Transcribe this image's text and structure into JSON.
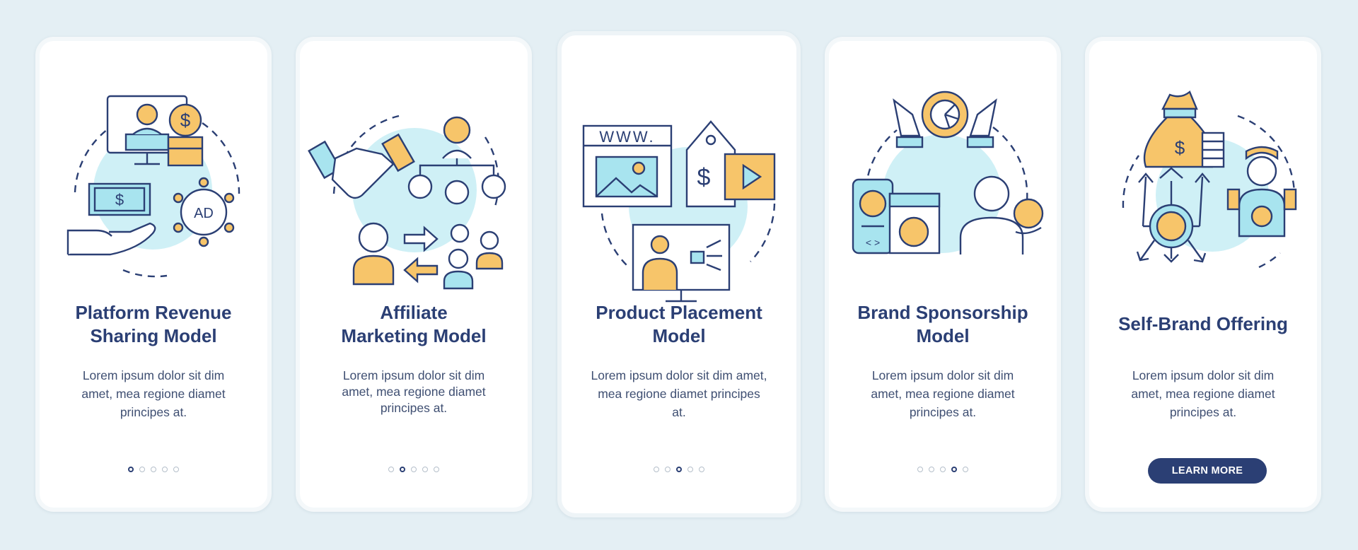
{
  "colors": {
    "navy": "#2b3f74",
    "light_blue": "#a8e4ef",
    "orange": "#f7c56a",
    "background": "#e4eff4"
  },
  "screens": [
    {
      "title": "Platform Revenue\nSharing Model",
      "body": "Lorem ipsum dolor sit dim amet, mea regione diamet principes at.",
      "icons": [
        "monitor-person-icon",
        "dollar-coin-icon",
        "cash-hand-icon",
        "ad-network-icon"
      ]
    },
    {
      "title": "Affiliate\nMarketing Model",
      "body": "Lorem ipsum dolor sit dim amet, mea regione diamet principes at.",
      "icons": [
        "handshake-icon",
        "referral-tree-icon",
        "person-icon",
        "exchange-arrows-icon",
        "audience-icon"
      ]
    },
    {
      "title": "Product Placement\nModel",
      "body": "Lorem ipsum dolor sit dim amet, mea regione diamet principes at.",
      "ad_url_text": "WWW.",
      "icons": [
        "website-window-icon",
        "price-tag-icon",
        "play-button-icon",
        "video-presenter-icon"
      ]
    },
    {
      "title": "Brand Sponsorship\nModel",
      "body": "Lorem ipsum dolor sit dim amet, mea regione diamet principes at.",
      "icons": [
        "hands-logo-icon",
        "phone-app-icon",
        "browser-window-icon",
        "person-logo-icon"
      ]
    },
    {
      "title": "Self-Brand Offering",
      "body": "Lorem ipsum dolor sit dim amet, mea regione diamet principes at.",
      "learn_more": "LEARN MORE",
      "icons": [
        "money-bag-icon",
        "coin-stack-icon",
        "brand-distribution-icon",
        "cheering-person-icon"
      ]
    }
  ],
  "pagination": {
    "total": 5
  }
}
